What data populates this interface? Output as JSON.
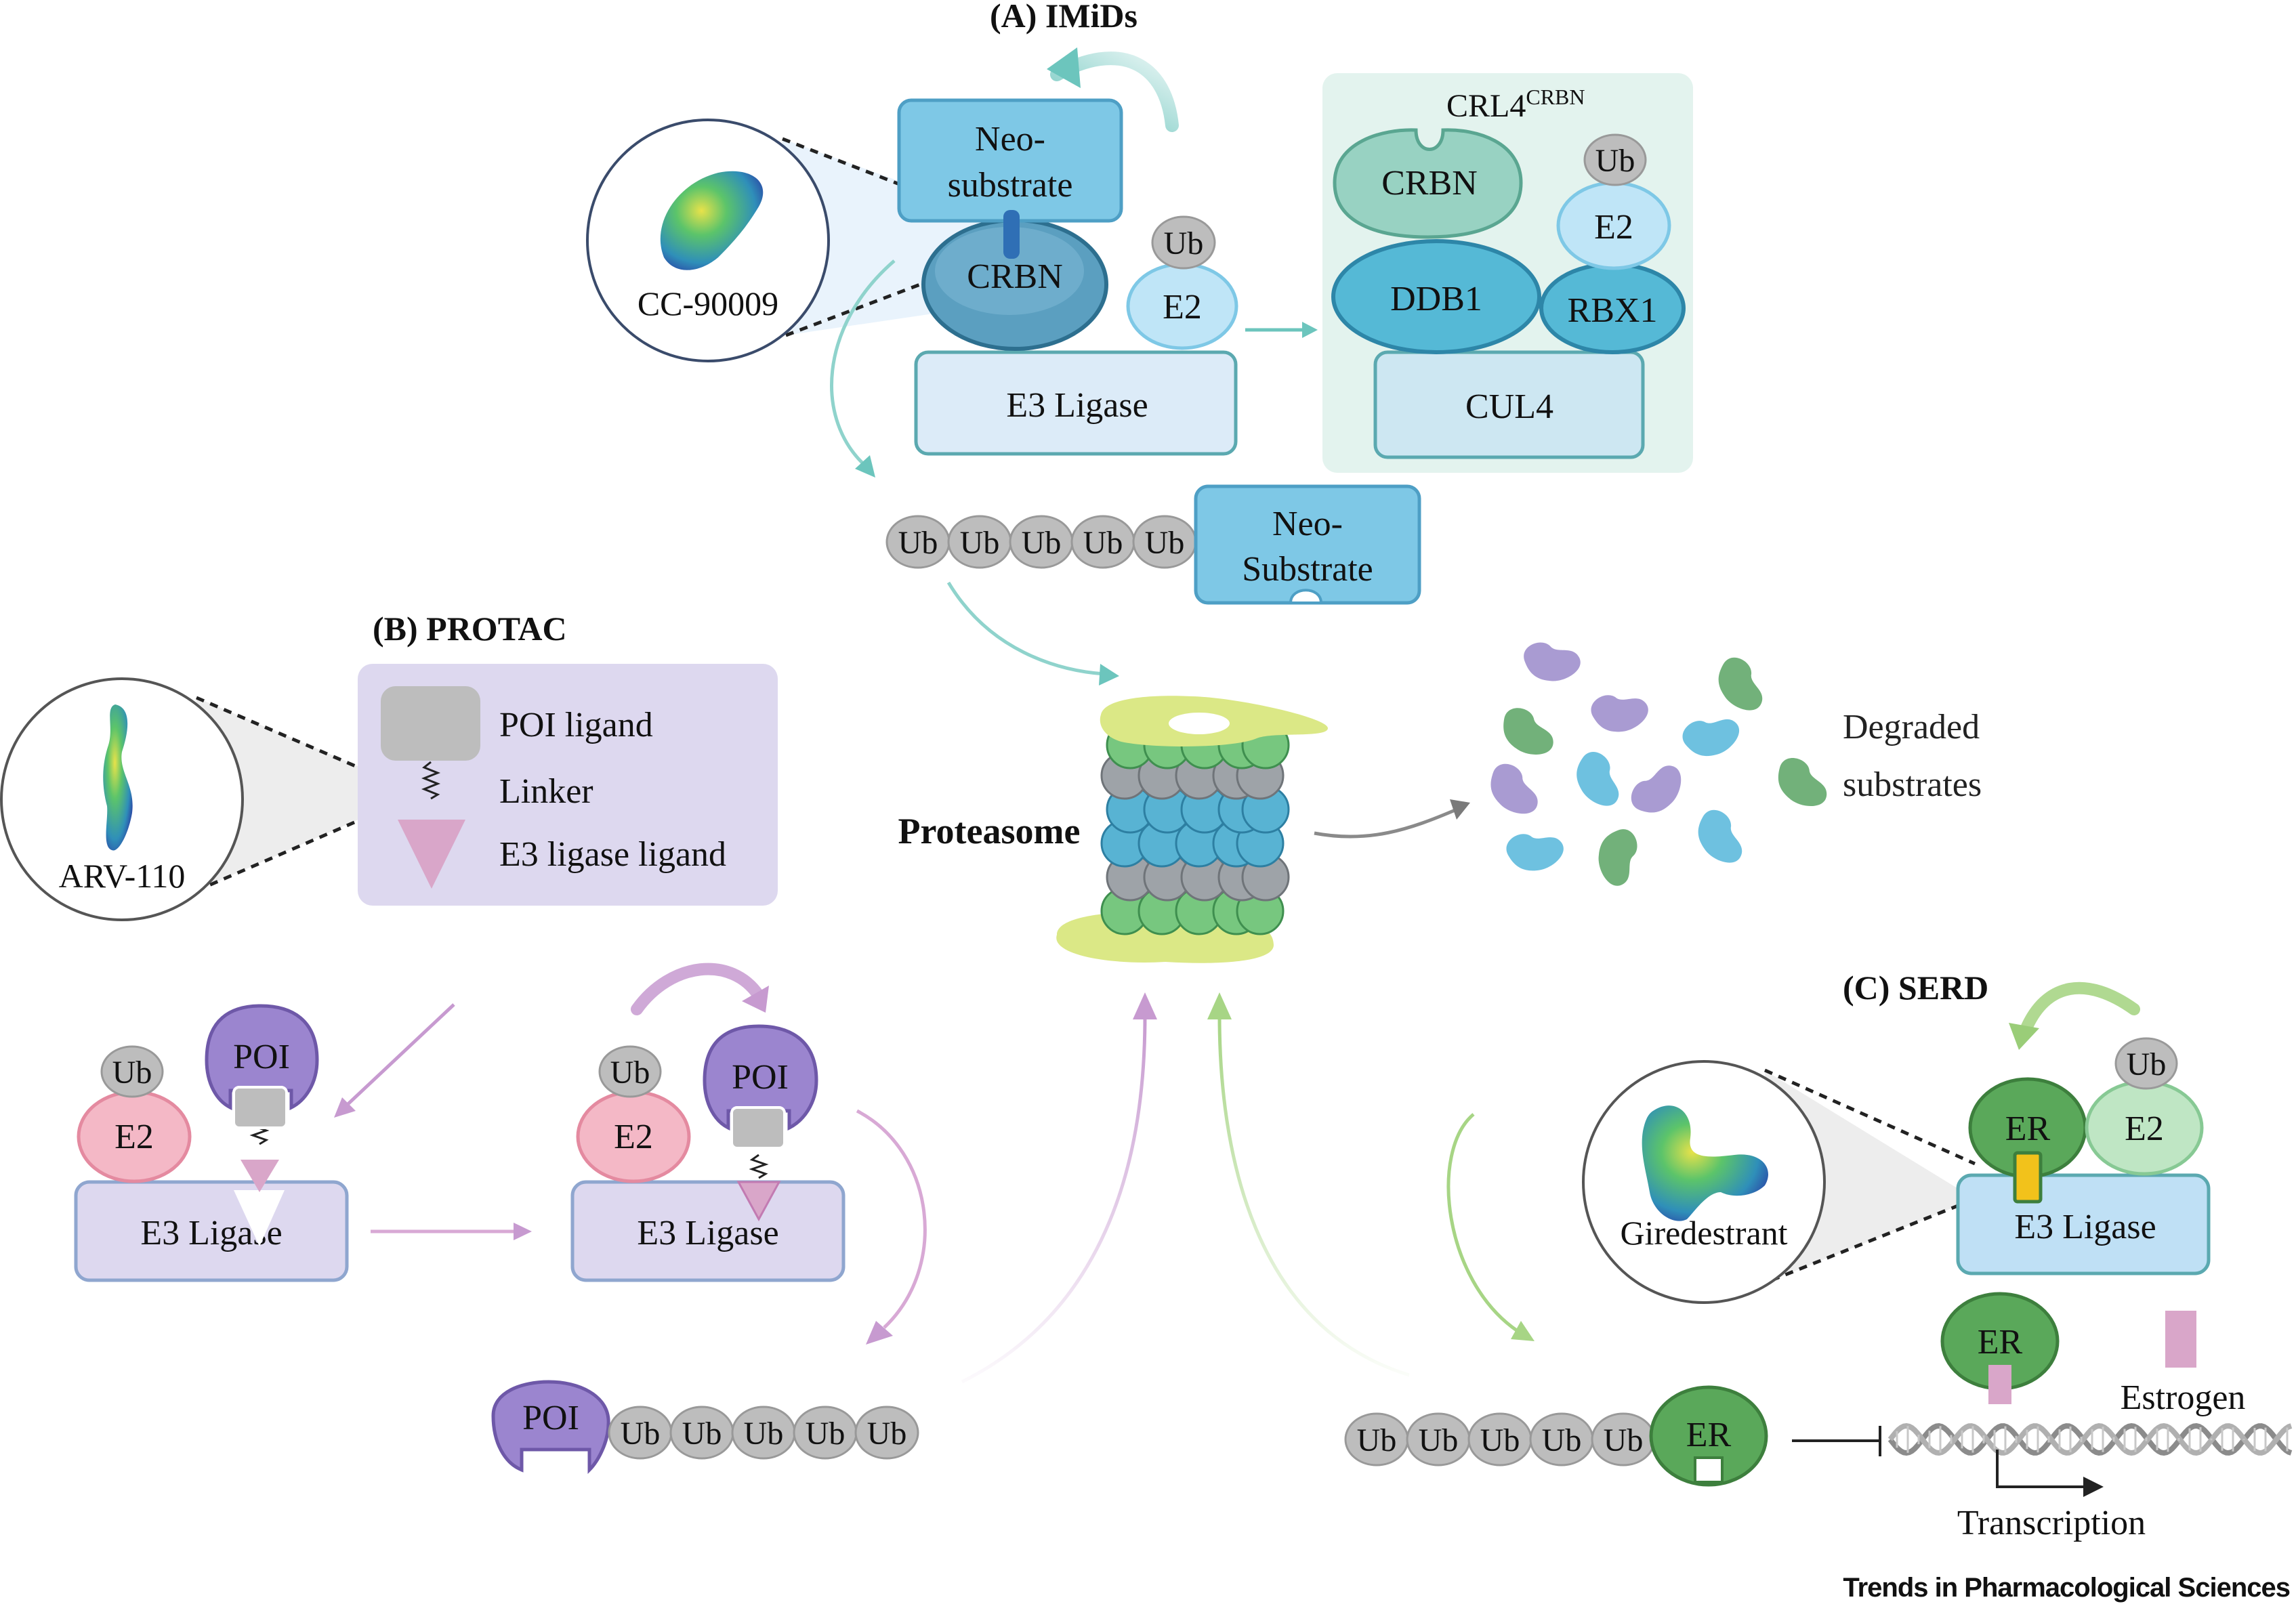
{
  "sections": {
    "imids_title": "(A) IMiDs",
    "protac_title": "(B) PROTAC",
    "serd_title": "(C) SERD"
  },
  "imids": {
    "drug_name": "CC-90009",
    "neo_substrate": [
      "Neo-",
      "substrate"
    ],
    "crbn": "CRBN",
    "ub": "Ub",
    "e2": "E2",
    "e3_ligase": "E3 Ligase",
    "crl4_base": "CRL4",
    "crl4_sup": "CRBN",
    "crl4_crbn": "CRBN",
    "crl4_ub": "Ub",
    "crl4_e2": "E2",
    "ddb1": "DDB1",
    "rbx1": "RBX1",
    "cul4": "CUL4",
    "chain_ub": [
      "Ub",
      "Ub",
      "Ub",
      "Ub",
      "Ub"
    ],
    "chain_substrate": [
      "Neo-",
      "Substrate"
    ]
  },
  "proteasome": {
    "label": "Proteasome",
    "degraded": [
      "Degraded",
      "substrates"
    ]
  },
  "protac": {
    "drug_name": "ARV-110",
    "legend": {
      "poi_ligand": "POI ligand",
      "linker": "Linker",
      "e3_ligand": "E3 ligase ligand"
    },
    "left": {
      "ub": "Ub",
      "e2": "E2",
      "poi": "POI",
      "e3": "E3 Ligase"
    },
    "right": {
      "ub": "Ub",
      "e2": "E2",
      "poi": "POI",
      "e3": "E3 Ligase"
    },
    "chain_poi": "POI",
    "chain_ub": [
      "Ub",
      "Ub",
      "Ub",
      "Ub",
      "Ub"
    ]
  },
  "serd": {
    "drug_name": "Giredestrant",
    "er": "ER",
    "ub": "Ub",
    "e2": "E2",
    "e3_ligase": "E3 Ligase",
    "er_free": "ER",
    "estrogen": "Estrogen",
    "transcription": "Transcription",
    "chain_ub": [
      "Ub",
      "Ub",
      "Ub",
      "Ub",
      "Ub"
    ],
    "chain_er": "ER"
  },
  "footer": {
    "journal": "Trends in Pharmacological Sciences"
  },
  "colors": {
    "teal_arrow": "#6cc5bd",
    "purple_arrow": "#c79ad0",
    "green_arrow": "#9acd78",
    "crbn_blue": "#5fa7c4",
    "neo_blue": "#7ec8e6",
    "e3_box": "#dcebf8",
    "crl4_panel": "#e3f3ee",
    "protac_panel": "#ddd8ef",
    "e2_pink": "#f4b8c6",
    "poi_purple": "#9b85cf",
    "er_green": "#5aa85a",
    "ub_grey": "#bdbdbd"
  }
}
